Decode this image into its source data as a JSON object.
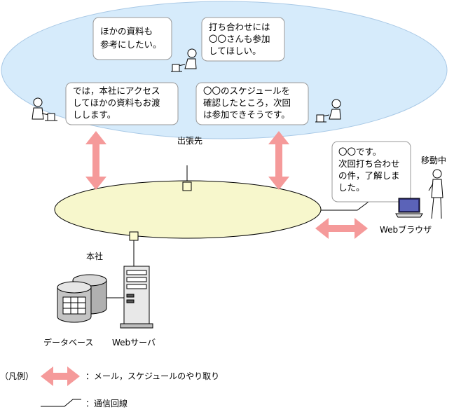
{
  "colors": {
    "cloud_fill": "#d6ebfb",
    "cloud_stroke": "#a9c9e6",
    "network_fill": "#f7f7cc",
    "arrow_fill": "#f59a9a",
    "node_fill": "#fdfccf"
  },
  "bubbles": {
    "top_left": [
      "ほかの資料も",
      "参考にしたい。"
    ],
    "top_right": [
      "打ち合わせには",
      "〇〇さんも参加",
      "してほしい。"
    ],
    "mid_left": [
      "では，本社にアクセス",
      "してほかの資料もお渡",
      "しします。"
    ],
    "mid_right": [
      "〇〇のスケジュールを",
      "確認したところ，次回",
      "は参加できそうです。"
    ],
    "mobile": [
      "〇〇です。",
      "次回打ち合わせ",
      "の件，了解しま",
      "した。"
    ]
  },
  "labels": {
    "site": "出張先",
    "moving": "移動中",
    "head_office": "本社",
    "browser": "Webブラウザ",
    "database": "データベース",
    "web_server": "Webサーバ"
  },
  "legend": {
    "prefix": "（凡例）",
    "arrow_desc": "：メール，スケジュールのやり取り",
    "line_desc": "：通信回線"
  },
  "icons": [
    "person-at-laptop-icon",
    "standing-person-icon",
    "laptop-icon",
    "database-icon",
    "server-tower-icon",
    "double-arrow-icon"
  ]
}
